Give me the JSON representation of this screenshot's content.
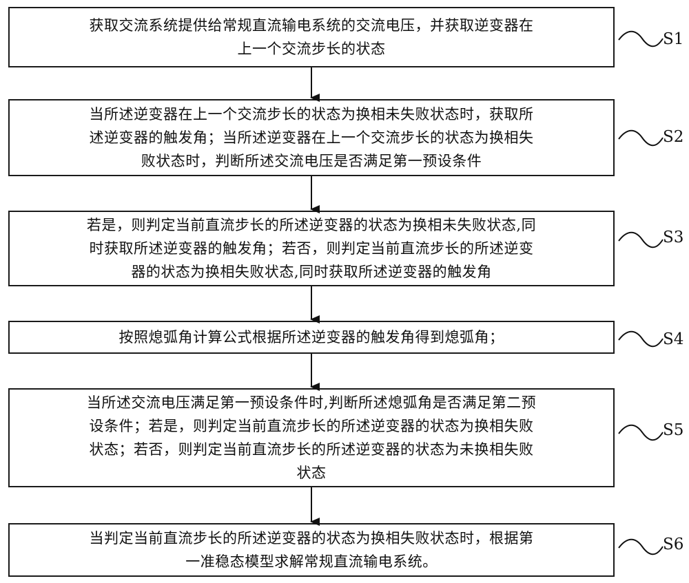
{
  "steps": [
    {
      "id": "S1",
      "label": "S1",
      "lines": [
        "获取交流系统提供给常规直流输电系统的交流电压，并获取逆变器在",
        "上一个交流步长的状态"
      ]
    },
    {
      "id": "S2",
      "label": "S2",
      "lines": [
        "当所述逆变器在上一个交流步长的状态为换相未失败状态时，获取所",
        "述逆变器的触发角；当所述逆变器在上一个交流步长的状态为换相失",
        "败状态时，判断所述交流电压是否满足第一预设条件"
      ]
    },
    {
      "id": "S3",
      "label": "S3",
      "lines": [
        "若是，则判定当前直流步长的所述逆变器的状态为换相未失败状态,同",
        "时获取所述逆变器的触发角；若否，则判定当前直流步长的所述逆变",
        "器的状态为换相失败状态,同时获取所述逆变器的触发角"
      ]
    },
    {
      "id": "S4",
      "label": "S4",
      "lines": [
        "按照熄弧角计算公式根据所述逆变器的触发角得到熄弧角；"
      ]
    },
    {
      "id": "S5",
      "label": "S5",
      "lines": [
        "当所述交流电压满足第一预设条件时,判断所述熄弧角是否满足第二预",
        "设条件；若是，则判定当前直流步长的所述逆变器的状态为换相失败",
        "状态；若否，则判定当前直流步长的所述逆变器的状态为未换相失败",
        "状态"
      ]
    },
    {
      "id": "S6",
      "label": "S6",
      "lines": [
        "当判定当前直流步长的所述逆变器的状态为换相失败状态时，根据第",
        "一准稳态模型求解常规直流输电系统。"
      ]
    }
  ]
}
